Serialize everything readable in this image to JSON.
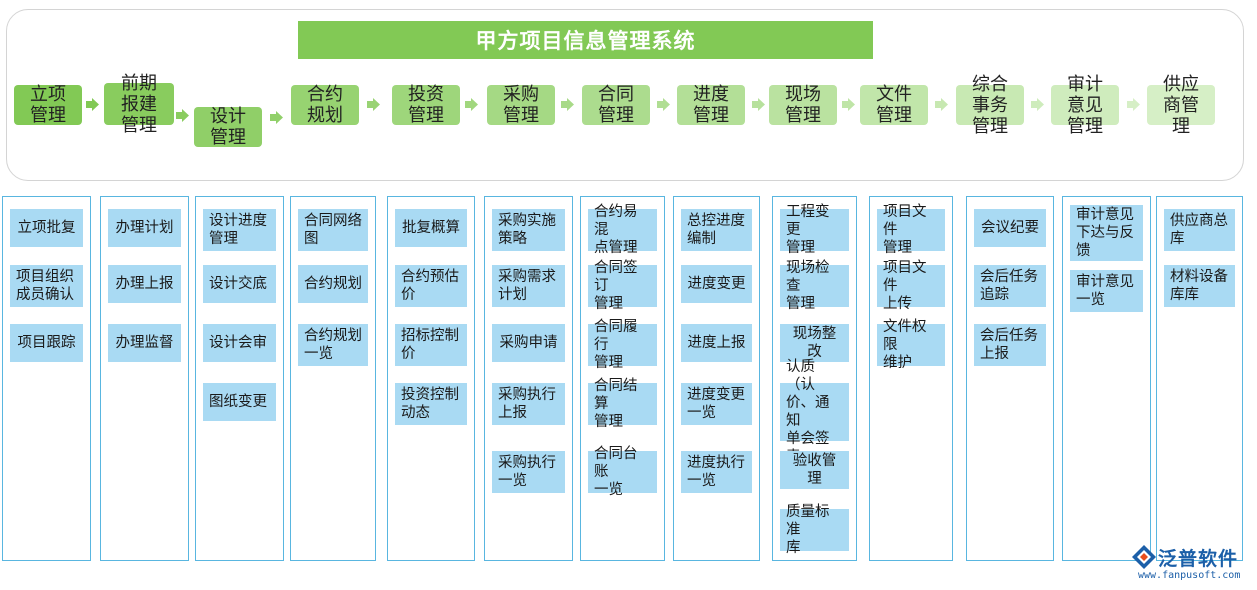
{
  "title": "甲方项目信息管理系统",
  "steps": [
    {
      "label": "立项\n管理"
    },
    {
      "label": "前期\n报建\n管理"
    },
    {
      "label": "设计\n管理"
    },
    {
      "label": "合约\n规划"
    },
    {
      "label": "投资\n管理"
    },
    {
      "label": "采购\n管理"
    },
    {
      "label": "合同\n管理"
    },
    {
      "label": "进度\n管理"
    },
    {
      "label": "现场\n管理"
    },
    {
      "label": "文件\n管理"
    },
    {
      "label": "综合\n事务\n管理"
    },
    {
      "label": "审计\n意见\n管理"
    },
    {
      "label": "供应\n商管\n理"
    }
  ],
  "columns": [
    {
      "items": [
        "立项批复",
        "项目组织\n成员确认",
        "项目跟踪"
      ]
    },
    {
      "items": [
        "办理计划",
        "办理上报",
        "办理监督"
      ]
    },
    {
      "items": [
        "设计进度\n管理",
        "设计交底",
        "设计会审",
        "图纸变更"
      ]
    },
    {
      "items": [
        "合同网络\n图",
        "合约规划",
        "合约规划\n一览"
      ]
    },
    {
      "items": [
        "批复概算",
        "合约预估\n价",
        "招标控制\n价",
        "投资控制\n动态"
      ]
    },
    {
      "items": [
        "采购实施\n策略",
        "采购需求\n计划",
        "采购申请",
        "采购执行\n上报",
        "采购执行\n一览"
      ]
    },
    {
      "items": [
        "合约易混\n点管理",
        "合同签订\n管理",
        "合同履行\n管理",
        "合同结算\n管理",
        "合同台账\n一览"
      ]
    },
    {
      "items": [
        "总控进度\n编制",
        "进度变更",
        "进度上报",
        "进度变更\n一览",
        "进度执行\n一览"
      ]
    },
    {
      "items": [
        "工程变更\n管理",
        "现场检查\n管理",
        "现场整改",
        "认质（认\n价、通知\n单会签表",
        "验收管理",
        "质量标准\n库"
      ]
    },
    {
      "items": [
        "项目文件\n管理",
        "项目文件\n上传",
        "文件权限\n维护"
      ]
    },
    {
      "items": [
        "会议纪要",
        "会后任务\n追踪",
        "会后任务\n上报"
      ]
    },
    {
      "items": [
        "审计意见\n下达与反\n馈",
        "审计意见\n一览"
      ]
    },
    {
      "items": [
        "供应商总\n库",
        "材料设备\n库库"
      ]
    }
  ],
  "logo": {
    "name": "泛普软件",
    "url": "www.fanpusoft.com"
  },
  "colors": {
    "title_green": "#82c955",
    "step_gradient_start": "#82c955",
    "step_gradient_end": "#d6efc6",
    "card_blue": "#a9daf3",
    "column_border": "#59b6e0"
  }
}
